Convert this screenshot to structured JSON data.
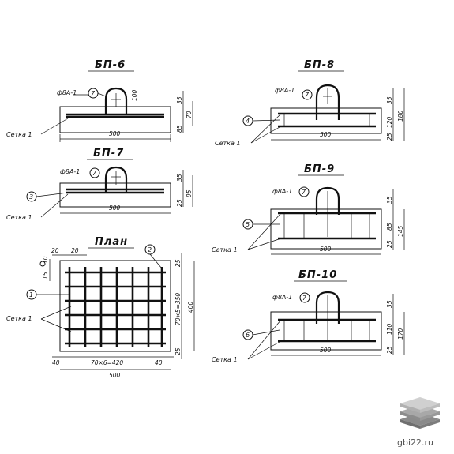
{
  "titles": {
    "bp6": "БП-6",
    "bp7": "БП-7",
    "bp8": "БП-8",
    "bp9": "БП-9",
    "bp10": "БП-10",
    "plan": "План"
  },
  "labels": {
    "rebar": "ф8А-1",
    "mesh": "Сетка 1",
    "marks": [
      "1",
      "2",
      "3",
      "4",
      "5",
      "6",
      "7"
    ]
  },
  "dims": {
    "width": "500",
    "bp6": [
      "35",
      "70",
      "85",
      "100"
    ],
    "bp7": [
      "35",
      "95",
      "25"
    ],
    "bp8": [
      "35",
      "120",
      "180",
      "25"
    ],
    "bp9": [
      "35",
      "85",
      "145",
      "25"
    ],
    "bp10": [
      "35",
      "110",
      "170",
      "25"
    ],
    "plan": {
      "top": [
        "20",
        "20",
        "10",
        "15"
      ],
      "right": [
        "25",
        "70×5=350",
        "400",
        "25"
      ],
      "bottom": [
        "40",
        "70×6=420",
        "40",
        "500"
      ]
    }
  },
  "watermark": {
    "text": "gbi22.ru",
    "colors": [
      "#c8c8c8",
      "#a8a8a8",
      "#8a8a8a"
    ]
  }
}
